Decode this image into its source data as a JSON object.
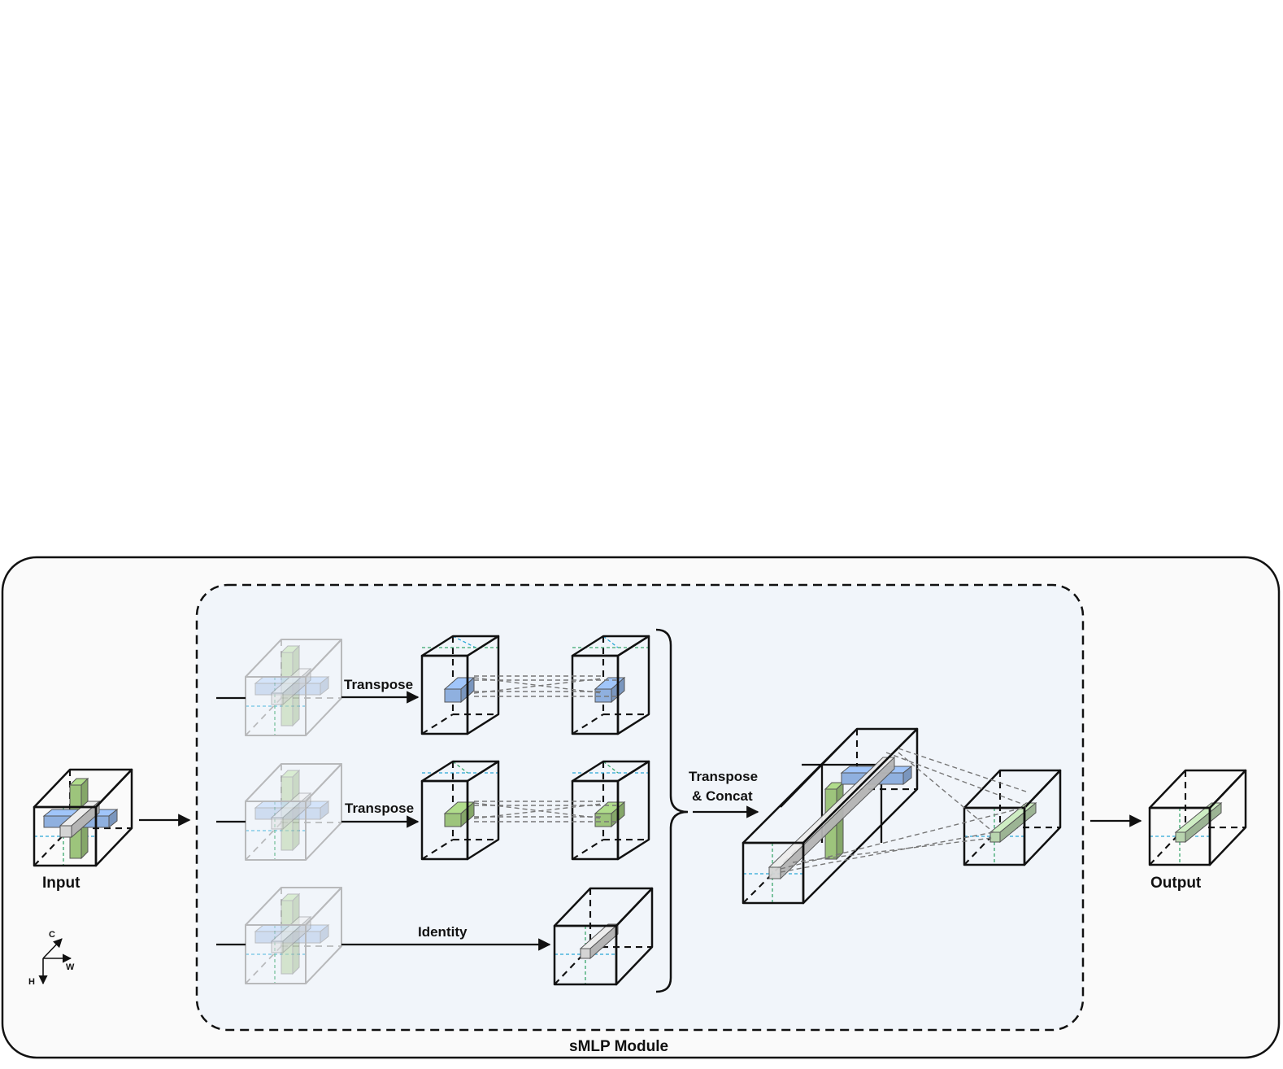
{
  "labels": {
    "input": "Input",
    "output": "Output",
    "module": "sMLP Module",
    "transpose_top": "Transpose",
    "transpose_mid": "Transpose",
    "identity": "Identity",
    "transpose_concat_line1": "Transpose",
    "transpose_concat_line2": "& Concat"
  },
  "axes": {
    "c": "C",
    "w": "W",
    "h": "H"
  },
  "colors": {
    "outer_background": "#fafafa",
    "module_background": "#f1f5fa",
    "blue_bar": "#8fb0df",
    "green_bar": "#9dc47c",
    "gray_bar": "#d4d4d4",
    "cyan_dash": "#2aa7d8",
    "green_dash": "#3aa76d",
    "line": "#111111"
  }
}
